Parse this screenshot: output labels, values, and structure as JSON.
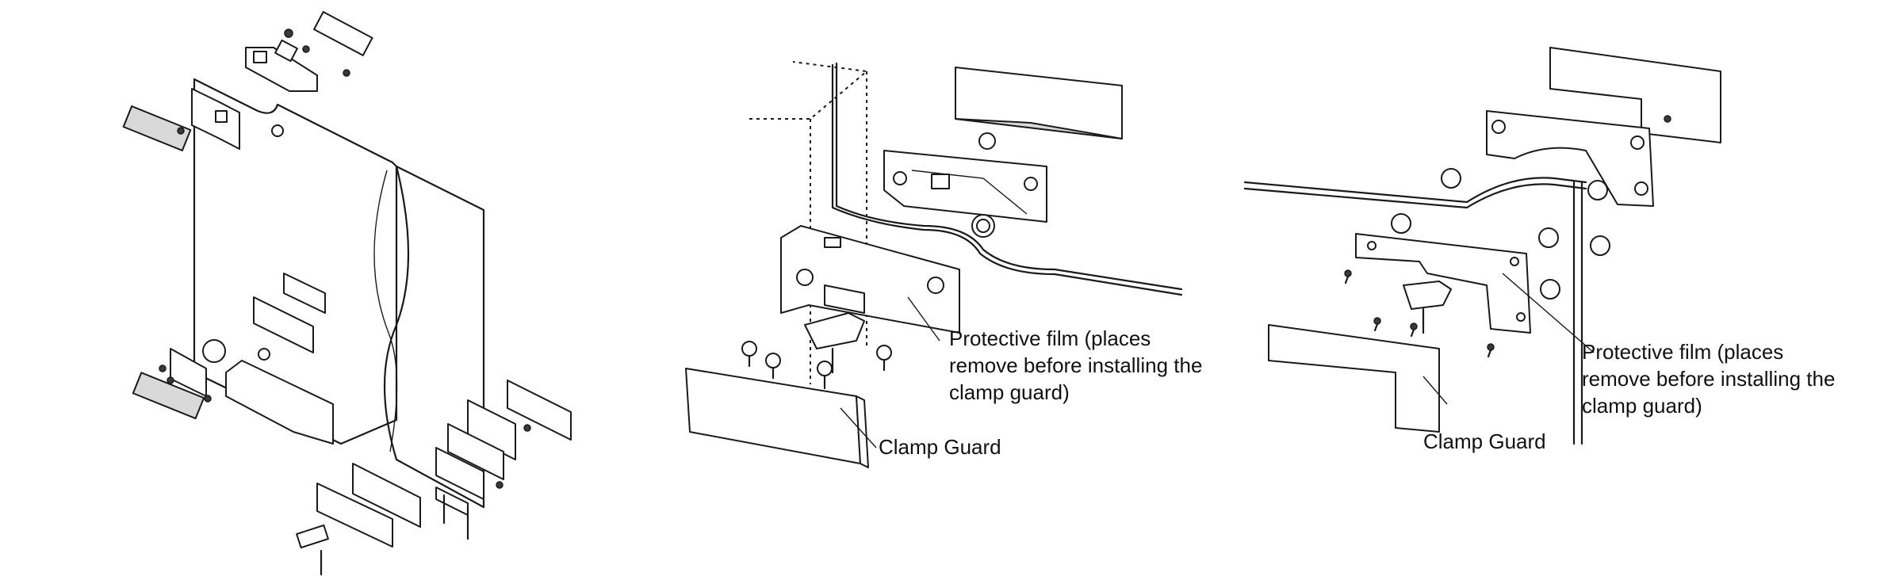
{
  "panels": {
    "middle": {
      "film_label_lines": [
        "Protective film (places",
        "remove before installing the",
        "clamp guard)"
      ],
      "guard_label": "Clamp Guard"
    },
    "right": {
      "film_label_lines": [
        "Protective film (places",
        "remove before installing the",
        "clamp guard)"
      ],
      "guard_label": "Clamp Guard"
    }
  }
}
